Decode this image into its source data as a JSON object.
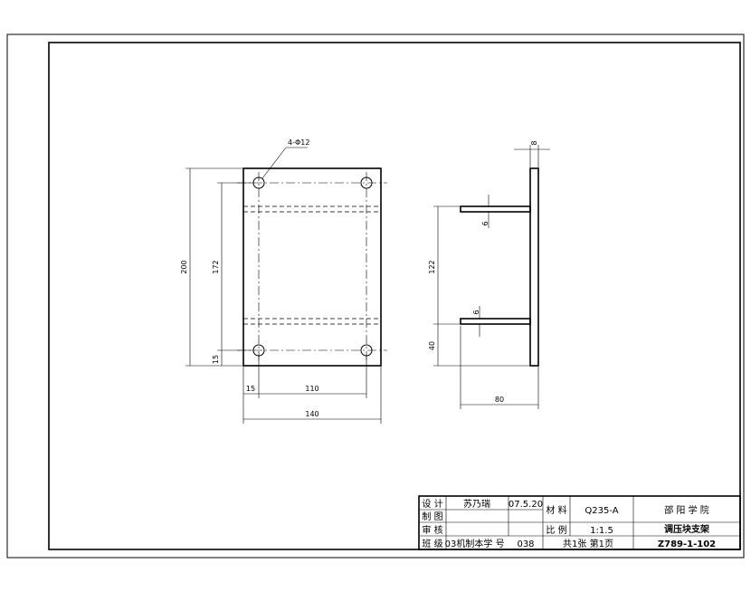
{
  "front_view": {
    "hole_callout": "4-Φ12",
    "dim_height_total": "200",
    "dim_height_holes": "172",
    "dim_bottom_offset": "15",
    "dim_left_offset": "15",
    "dim_hole_spacing": "110",
    "dim_width_total": "140"
  },
  "side_view": {
    "dim_thickness_top": "8",
    "dim_flange_upper": "6",
    "dim_flange_lower": "6",
    "dim_height_upper": "122",
    "dim_height_lower": "40",
    "dim_width": "80"
  },
  "title_block": {
    "design_label": "设 计",
    "designer": "苏乃瑞",
    "date": "07.5.20",
    "drafting_label": "制 图",
    "review_label": "审 核",
    "class_label": "班 级",
    "class_value": "03机制本",
    "student_no_label": "学 号",
    "student_no": "038",
    "material_label": "材 料",
    "material": "Q235-A",
    "scale_label": "比 例",
    "scale": "1:1.5",
    "sheets": "共1张 第1页",
    "school": "邵 阳 学 院",
    "part_name": "调压块支架",
    "drawing_no": "Z789-1-102"
  }
}
